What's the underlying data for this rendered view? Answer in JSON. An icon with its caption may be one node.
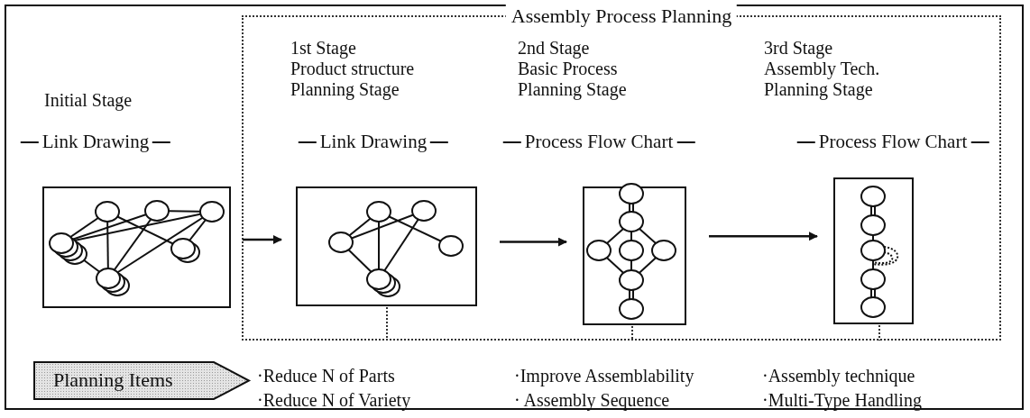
{
  "diagram": {
    "nodes": [
      {
        "text": [
          "Assembly Process Planning"
        ]
      },
      {
        "text": [
          "Initial Stage",
          "Link Drawing"
        ]
      },
      {
        "text": [
          "1st Stage Product structure Planning Stage",
          "Link Drawing"
        ],
        "in": 0
      },
      {
        "text": [
          "2nd Stage Basic Process Planning Stage",
          "Process Flow Chart"
        ],
        "in": 0
      },
      {
        "text": [
          "3rd Stage Assembly Tech. Planning Stage",
          "Process Flow Chart"
        ],
        "in": 0
      },
      {
        "text": [
          "Planning Items"
        ]
      }
    ],
    "edges": [
      {
        "from": 1,
        "to": 2,
        "arrow": "to"
      },
      {
        "from": 2,
        "to": 3,
        "arrow": "to"
      },
      {
        "from": 3,
        "to": 4,
        "arrow": "to"
      }
    ],
    "labels": [
      "·Reduce N of Parts",
      "·Improve Assemblability",
      "·Assembly technique",
      "·Reduce N of Variety",
      "· Assembly Sequence",
      "·Multi-Type Handling"
    ]
  }
}
